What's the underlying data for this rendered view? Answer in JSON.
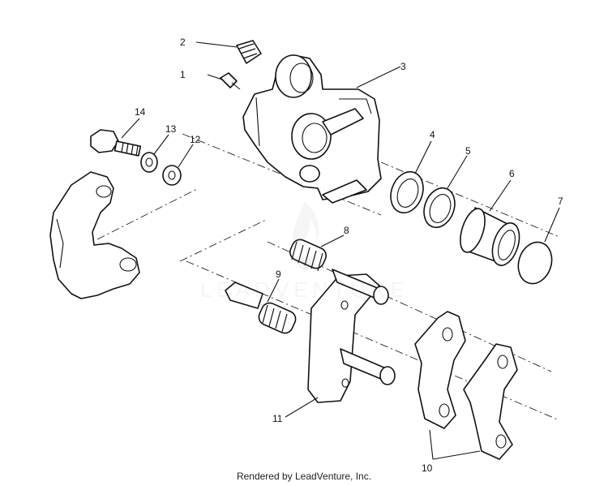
{
  "diagram": {
    "callouts": [
      "1",
      "2",
      "3",
      "4",
      "5",
      "6",
      "7",
      "8",
      "9",
      "10",
      "11",
      "12",
      "13",
      "14"
    ],
    "watermark_brand": "LEADVENTURE"
  },
  "footer": {
    "credit": "Rendered by LeadVenture, Inc."
  },
  "colors": {
    "line": "#111111",
    "background": "#ffffff",
    "watermark": "#9a9a9a"
  }
}
